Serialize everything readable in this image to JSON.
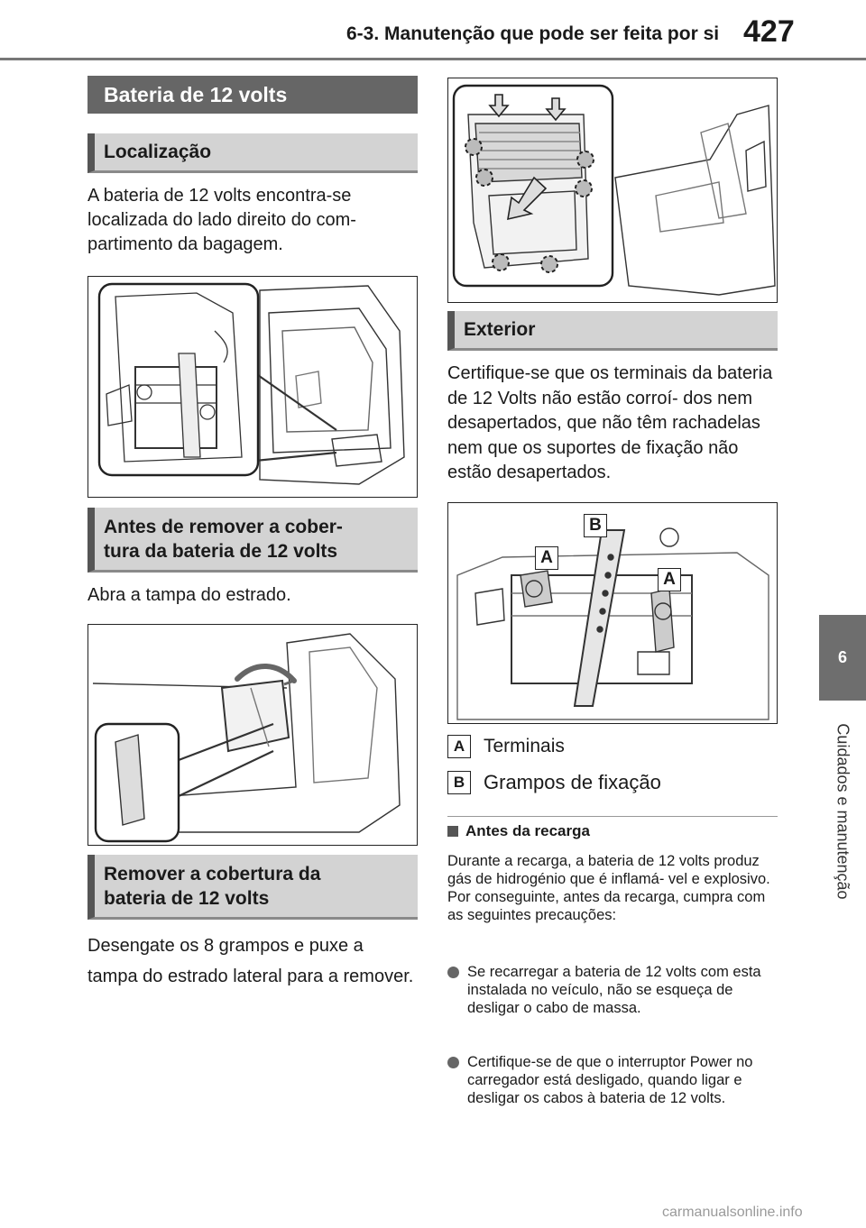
{
  "header": {
    "section": "6-3. Manutenção que pode ser feita por si",
    "page_number": "427"
  },
  "side_tab": {
    "number": "6",
    "label": "Cuidados e manutenção"
  },
  "main_title": "Bateria de 12 volts",
  "left_column": {
    "sec_location": "Localização",
    "p_location": "A bateria de 12 volts encontra-se localizada do lado direito do com- partimento da bagagem.",
    "sec_before_line1": "Antes de remover a cober-",
    "sec_before_line2": "tura da bateria de 12 volts",
    "p_before": "Abra a tampa do estrado.",
    "sec_remove_line1": "Remover a cobertura da",
    "sec_remove_line2": "bateria de 12 volts",
    "p_remove": "Desengate os 8 grampos e puxe a tampa do estrado lateral para a remover."
  },
  "right_column": {
    "sec_exterior": "Exterior",
    "p_exterior": "Certifique-se que os terminais da bateria de 12 Volts não estão corroí- dos nem desapertados, que não têm rachadelas nem que os suportes de fixação não estão desapertados.",
    "legend": [
      {
        "key": "A",
        "text": "Terminais"
      },
      {
        "key": "B",
        "text": "Grampos de fixação"
      }
    ],
    "note_title": "Antes da recarga",
    "note_body": "Durante a recarga, a bateria de 12 volts produz gás de hidrogénio que é inflamá- vel e explosivo. Por conseguinte, antes da recarga, cumpra com as seguintes precauções:",
    "bullets": [
      "Se recarregar a bateria de 12 volts com esta instalada no veículo, não se esqueça de desligar o cabo de massa.",
      "Certifique-se de que o interruptor Power no carregador está desligado, quando ligar e desligar os cabos à bateria de 12 volts."
    ]
  },
  "figure_callouts": {
    "a": "A",
    "b": "B"
  },
  "watermark": "carmanualsonline.info"
}
